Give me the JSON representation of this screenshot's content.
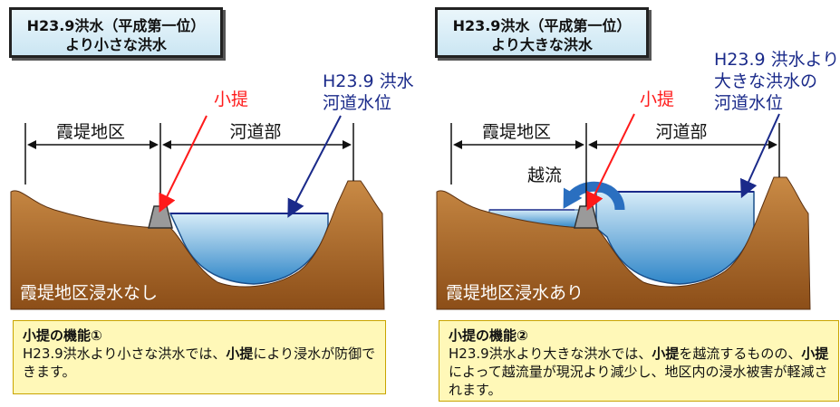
{
  "left": {
    "title_line1": "H23.9洪水（平成第一位）",
    "title_line2": "より小さな洪水",
    "label_small_levee": "小提",
    "label_flood_line1": "H23.9 洪水",
    "label_flood_line2": "河道水位",
    "label_levee_area": "霞堤地区",
    "label_channel": "河道部",
    "label_result": "霞堤地区浸水なし",
    "note_title": "小提の機能①",
    "note_seg1": "H23.9洪水より小さな洪水では、",
    "note_bold1": "小提",
    "note_seg2": "により浸水が防御できます。"
  },
  "right": {
    "title_line1": "H23.9洪水（平成第一位）",
    "title_line2": "より大きな洪水",
    "label_small_levee": "小提",
    "label_flood_line1": "H23.9 洪水より",
    "label_flood_line2": "大きな洪水の",
    "label_flood_line3": "河道水位",
    "label_levee_area": "霞堤地区",
    "label_channel": "河道部",
    "label_overflow": "越流",
    "label_result": "霞堤地区浸水あり",
    "note_title": "小提の機能②",
    "note_seg1": "H23.9洪水より大きな洪水では、",
    "note_bold1": "小提",
    "note_seg2": "を越流するものの、",
    "note_bold2": "小提",
    "note_seg3": "によって越流量が現況より減少し、地区内の浸水被害が軽減されます。"
  },
  "colors": {
    "ground": "#b4702a",
    "water": "#4a9fd8",
    "arrow_red": "#ff1a1a",
    "arrow_blue": "#1a2a8a",
    "overflow_arrow": "#2a6fc0",
    "note_bg": "#fff8b8"
  }
}
